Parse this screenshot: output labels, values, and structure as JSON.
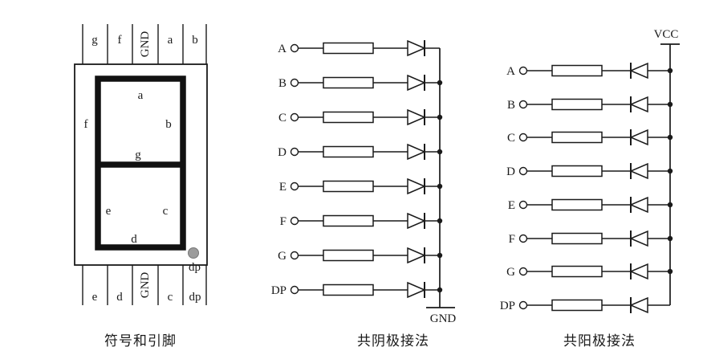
{
  "figure": {
    "background": "#ffffff",
    "line_color": "#1a1a1a"
  },
  "captions": {
    "pinout": "符号和引脚",
    "common_cathode": "共阴极接法",
    "common_anode": "共阳极接法"
  },
  "pinout": {
    "top_pins": [
      "g",
      "f",
      "GND",
      "a",
      "b"
    ],
    "bottom_pins": [
      "e",
      "d",
      "GND",
      "c",
      "dp"
    ],
    "segment_labels": {
      "a": "a",
      "b": "b",
      "c": "c",
      "d": "d",
      "e": "e",
      "f": "f",
      "g": "g",
      "dp": "dp"
    },
    "dp_dot_color": "#9b9b9b"
  },
  "common_cathode": {
    "inputs": [
      "A",
      "B",
      "C",
      "D",
      "E",
      "F",
      "G",
      "DP"
    ],
    "rail_label": "GND"
  },
  "common_anode": {
    "inputs": [
      "A",
      "B",
      "C",
      "D",
      "E",
      "F",
      "G",
      "DP"
    ],
    "rail_label": "VCC"
  }
}
